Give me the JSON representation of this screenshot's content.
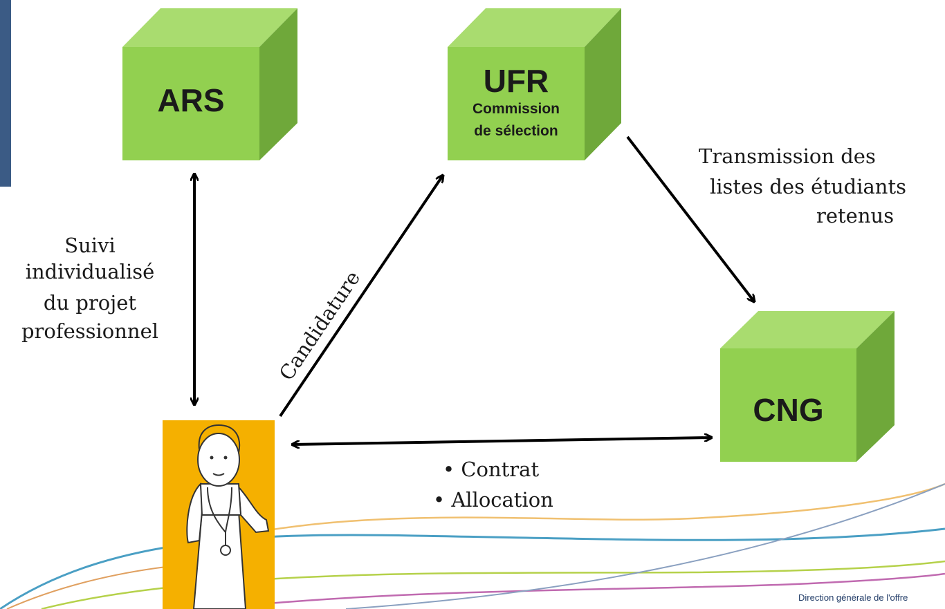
{
  "nodes": {
    "ars": {
      "title": "ARS"
    },
    "ufr": {
      "title": "UFR",
      "subtitle_line1": "Commission",
      "subtitle_line2": "de sélection"
    },
    "cng": {
      "title": "CNG"
    }
  },
  "labels": {
    "suivi": [
      "Suivi",
      "individualisé",
      "du projet",
      "professionnel"
    ],
    "candidature": "Candidature",
    "transmission": [
      "Transmission des",
      "listes des étudiants",
      "retenus"
    ],
    "contrat": "• Contrat",
    "allocation": "• Allocation"
  },
  "colors": {
    "cube_front": "#92d050",
    "cube_top": "#a9dc6f",
    "cube_side": "#6fa83a",
    "person_bg": "#f5b000",
    "sidebar": "#3b5b85"
  },
  "footer": "Direction générale de l'offre"
}
